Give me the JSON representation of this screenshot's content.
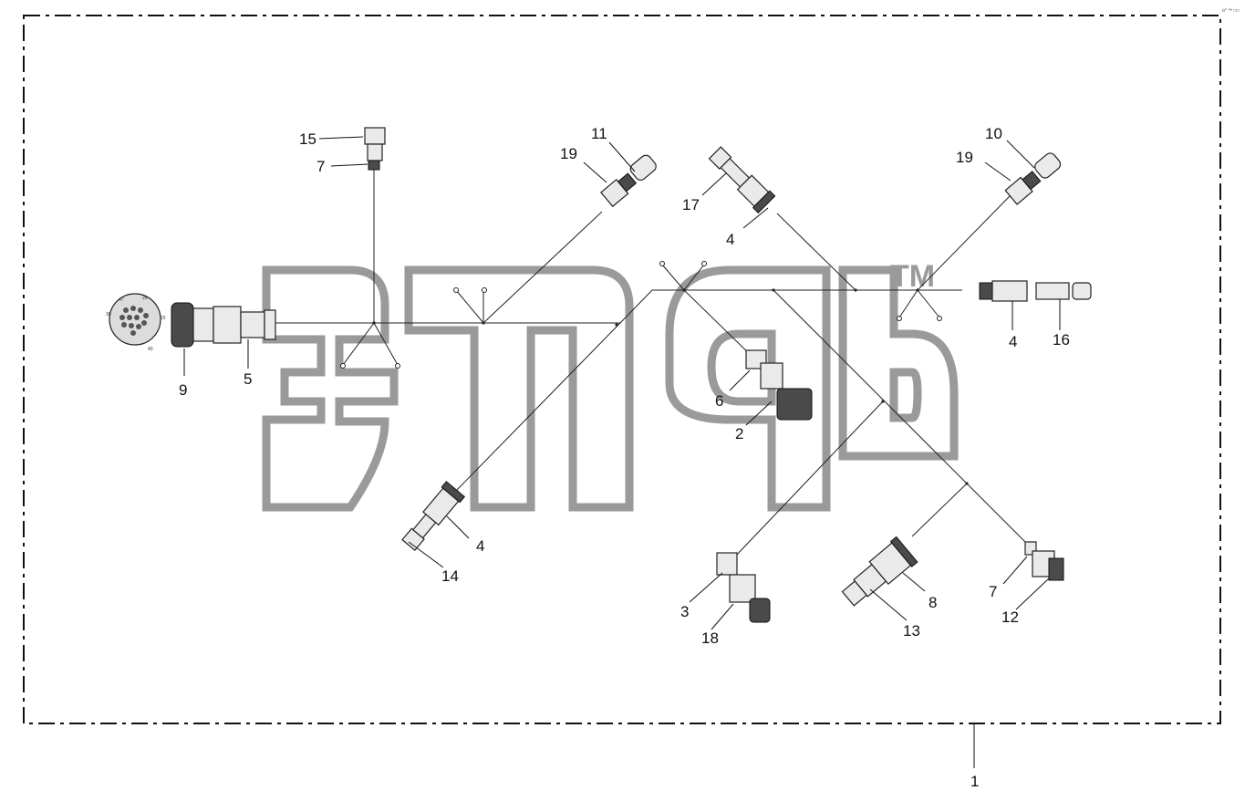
{
  "corner_mark": "o° ™ □□",
  "watermark": {
    "tm": "TM"
  },
  "callouts": [
    {
      "id": "c1",
      "text": "1"
    },
    {
      "id": "c2",
      "text": "2"
    },
    {
      "id": "c3",
      "text": "3"
    },
    {
      "id": "c4a",
      "text": "4"
    },
    {
      "id": "c4b",
      "text": "4"
    },
    {
      "id": "c4c",
      "text": "4"
    },
    {
      "id": "c5",
      "text": "5"
    },
    {
      "id": "c6",
      "text": "6"
    },
    {
      "id": "c7a",
      "text": "7"
    },
    {
      "id": "c7b",
      "text": "7"
    },
    {
      "id": "c8",
      "text": "8"
    },
    {
      "id": "c9",
      "text": "9"
    },
    {
      "id": "c10",
      "text": "10"
    },
    {
      "id": "c11",
      "text": "11"
    },
    {
      "id": "c12",
      "text": "12"
    },
    {
      "id": "c13",
      "text": "13"
    },
    {
      "id": "c14",
      "text": "14"
    },
    {
      "id": "c15",
      "text": "15"
    },
    {
      "id": "c16",
      "text": "16"
    },
    {
      "id": "c17",
      "text": "17"
    },
    {
      "id": "c18",
      "text": "18"
    },
    {
      "id": "c19a",
      "text": "19"
    },
    {
      "id": "c19b",
      "text": "19"
    }
  ],
  "pin_numbers": [
    "47",
    "26",
    "15",
    "30",
    "40"
  ]
}
